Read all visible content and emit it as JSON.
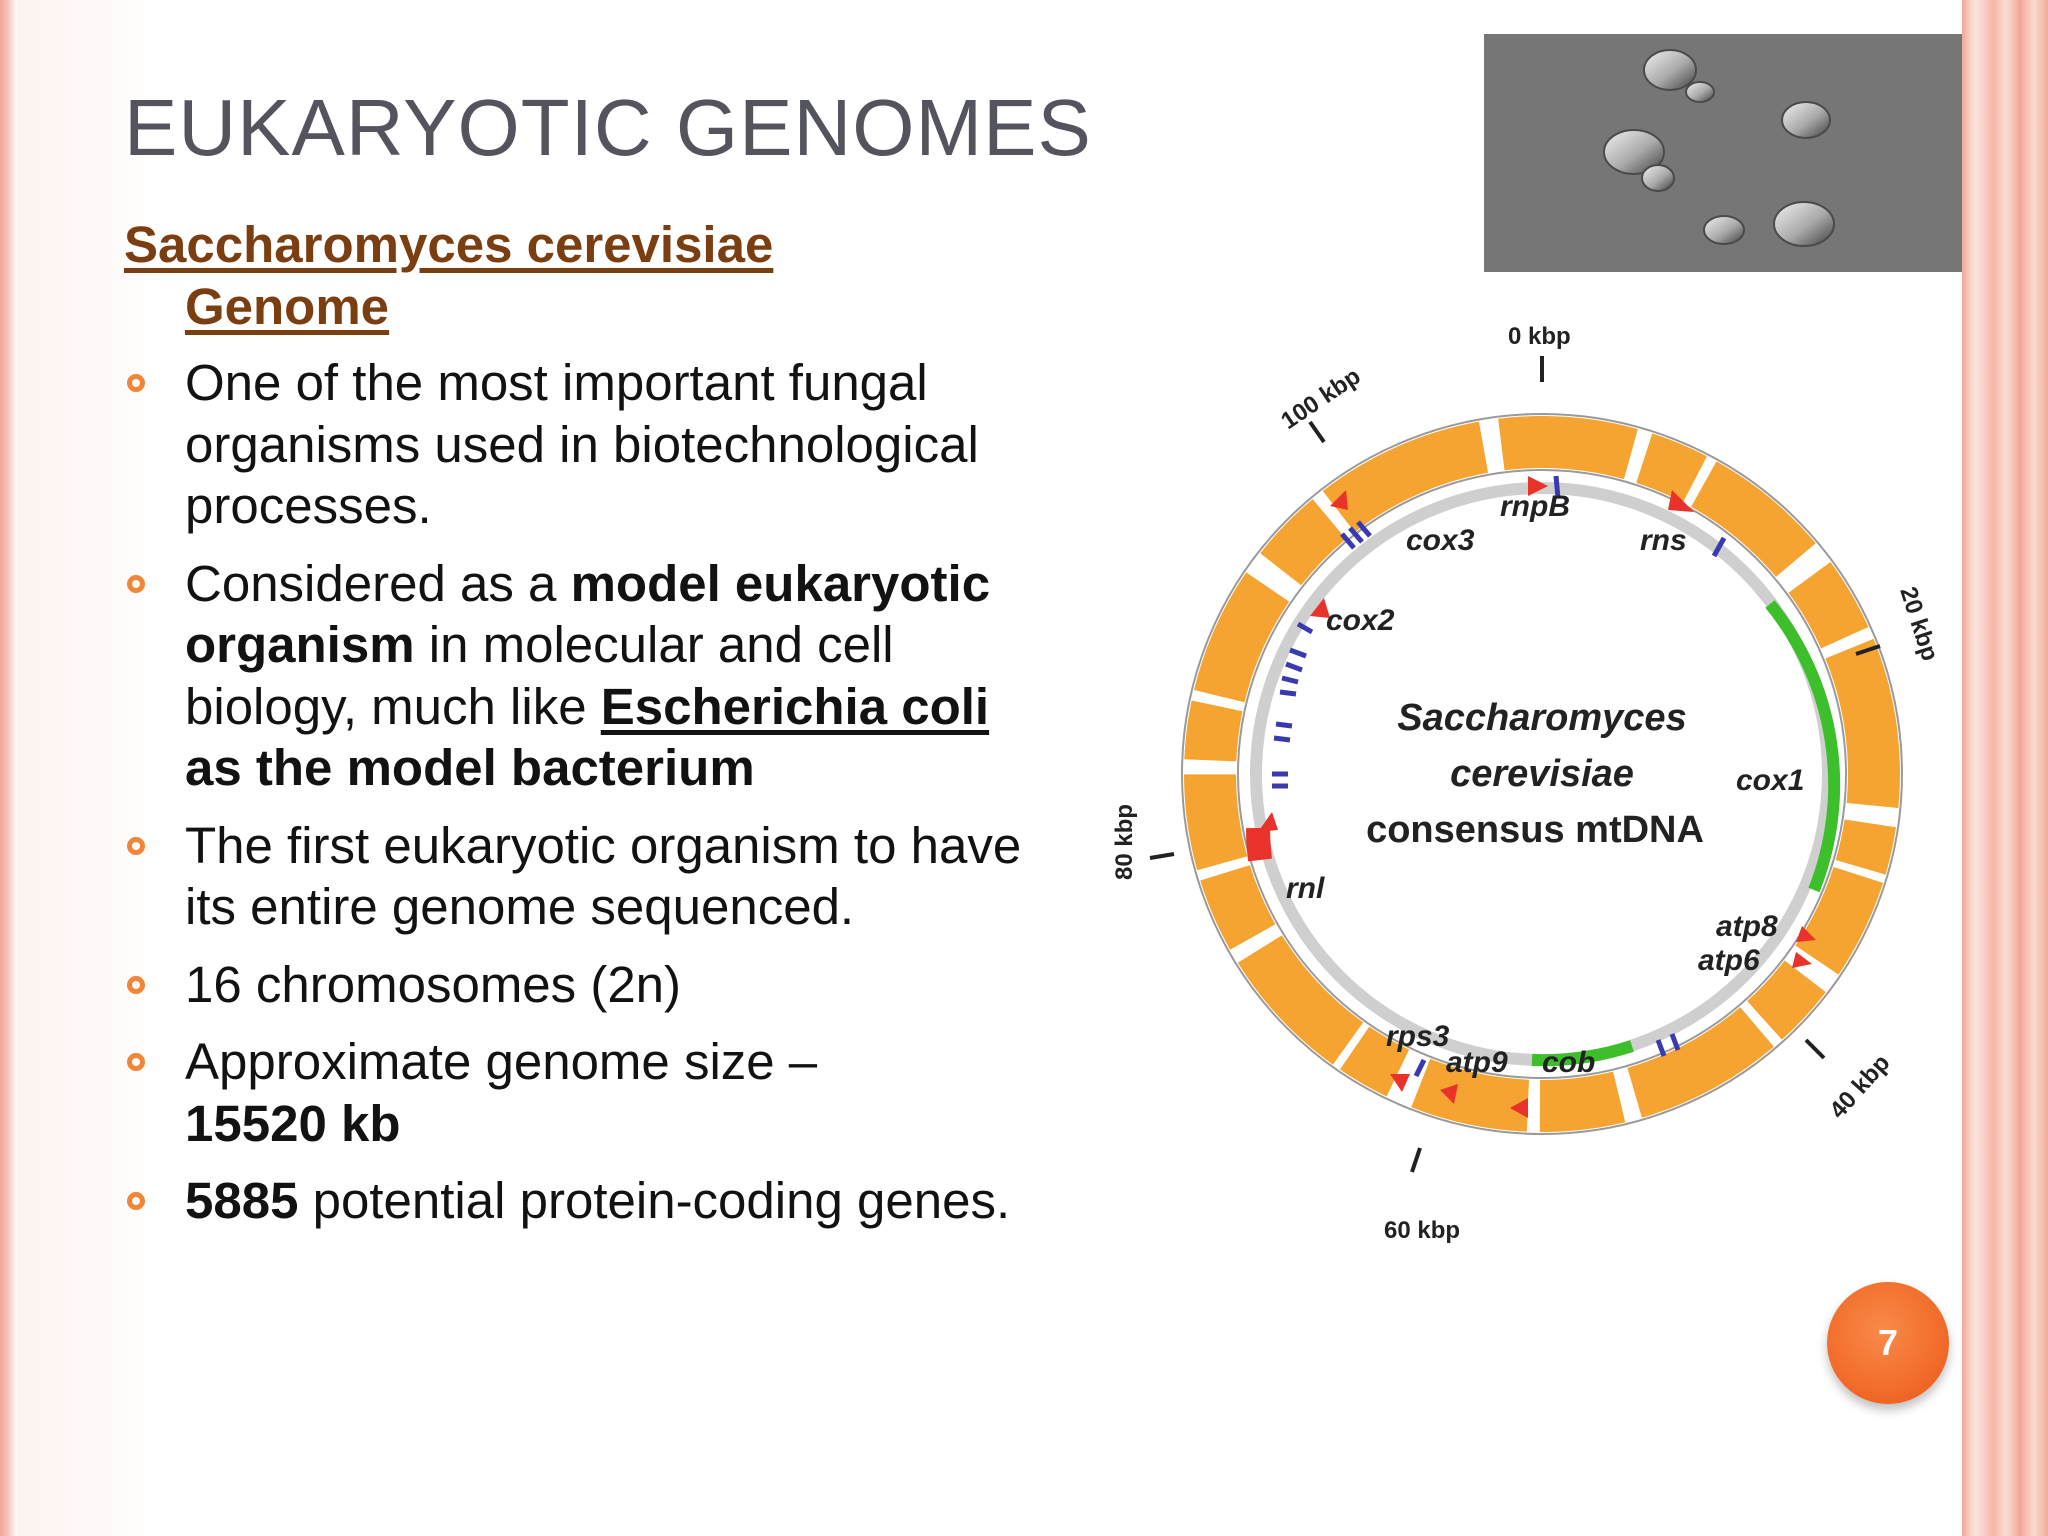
{
  "slide": {
    "title": "EUKARYOTIC GENOMES",
    "subtitle_line1": "Saccharomyces cerevisiae",
    "subtitle_line2": "Genome",
    "page_number": "7"
  },
  "bullets": {
    "b1": "One of the most important fungal organisms used in biotechnological processes.",
    "b2_pre": "Considered as a ",
    "b2_bold1": "model eukaryotic organism",
    "b2_mid": " in molecular and cell biology, much like ",
    "b2_link": "Escherichia coli ",
    "b2_bold2": "as the model bacterium",
    "b3": "The first eukaryotic organism to have its entire genome sequenced.",
    "b4": "16 chromosomes (2n)",
    "b5_pre": "Approximate genome size –",
    "b5_bold": "15520 kb",
    "b6_bold": "5885",
    "b6_post": " potential protein-coding genes."
  },
  "diagram": {
    "center_line1": "Saccharomyces",
    "center_line2": "cerevisiae",
    "center_line3": "consensus mtDNA",
    "scale_labels": [
      "0 kbp",
      "20 kbp",
      "40 kbp",
      "60 kbp",
      "80 kbp",
      "100 kbp"
    ],
    "genes": [
      "rnpB",
      "cox3",
      "rns",
      "cox2",
      "cox1",
      "rnl",
      "atp8",
      "atp6",
      "rps3",
      "atp9",
      "cob"
    ]
  },
  "colors": {
    "accent": "#f18537",
    "title": "#54545f",
    "subtitle": "#7a3e10",
    "ring_orange": "#f5a331",
    "gene_green": "#3cbf2a",
    "gene_red": "#e8322a",
    "gene_blue": "#3a3ab0"
  }
}
